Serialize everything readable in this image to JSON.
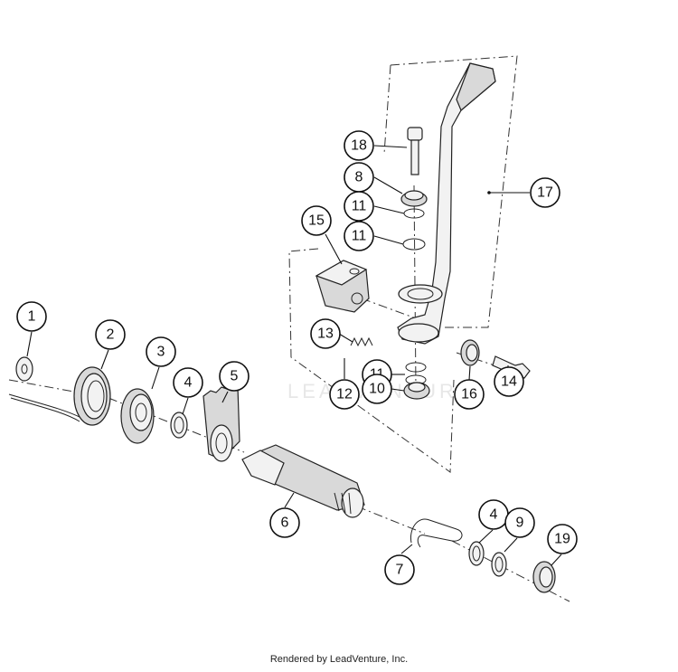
{
  "diagram": {
    "watermark": "LEADVENTURE",
    "footer": "Rendered by LeadVenture, Inc.",
    "callouts": [
      {
        "id": "c1",
        "label": "1"
      },
      {
        "id": "c2",
        "label": "2"
      },
      {
        "id": "c3",
        "label": "3"
      },
      {
        "id": "c4a",
        "label": "4"
      },
      {
        "id": "c5",
        "label": "5"
      },
      {
        "id": "c6",
        "label": "6"
      },
      {
        "id": "c7",
        "label": "7"
      },
      {
        "id": "c4b",
        "label": "4"
      },
      {
        "id": "c9",
        "label": "9"
      },
      {
        "id": "c19",
        "label": "19"
      },
      {
        "id": "c18",
        "label": "18"
      },
      {
        "id": "c8",
        "label": "8"
      },
      {
        "id": "c11a",
        "label": "11"
      },
      {
        "id": "c11b",
        "label": "11"
      },
      {
        "id": "c15",
        "label": "15"
      },
      {
        "id": "c13",
        "label": "13"
      },
      {
        "id": "c12",
        "label": "12"
      },
      {
        "id": "c11c",
        "label": "11"
      },
      {
        "id": "c10",
        "label": "10"
      },
      {
        "id": "c16",
        "label": "16"
      },
      {
        "id": "c14",
        "label": "14"
      },
      {
        "id": "c17",
        "label": "17"
      }
    ]
  }
}
